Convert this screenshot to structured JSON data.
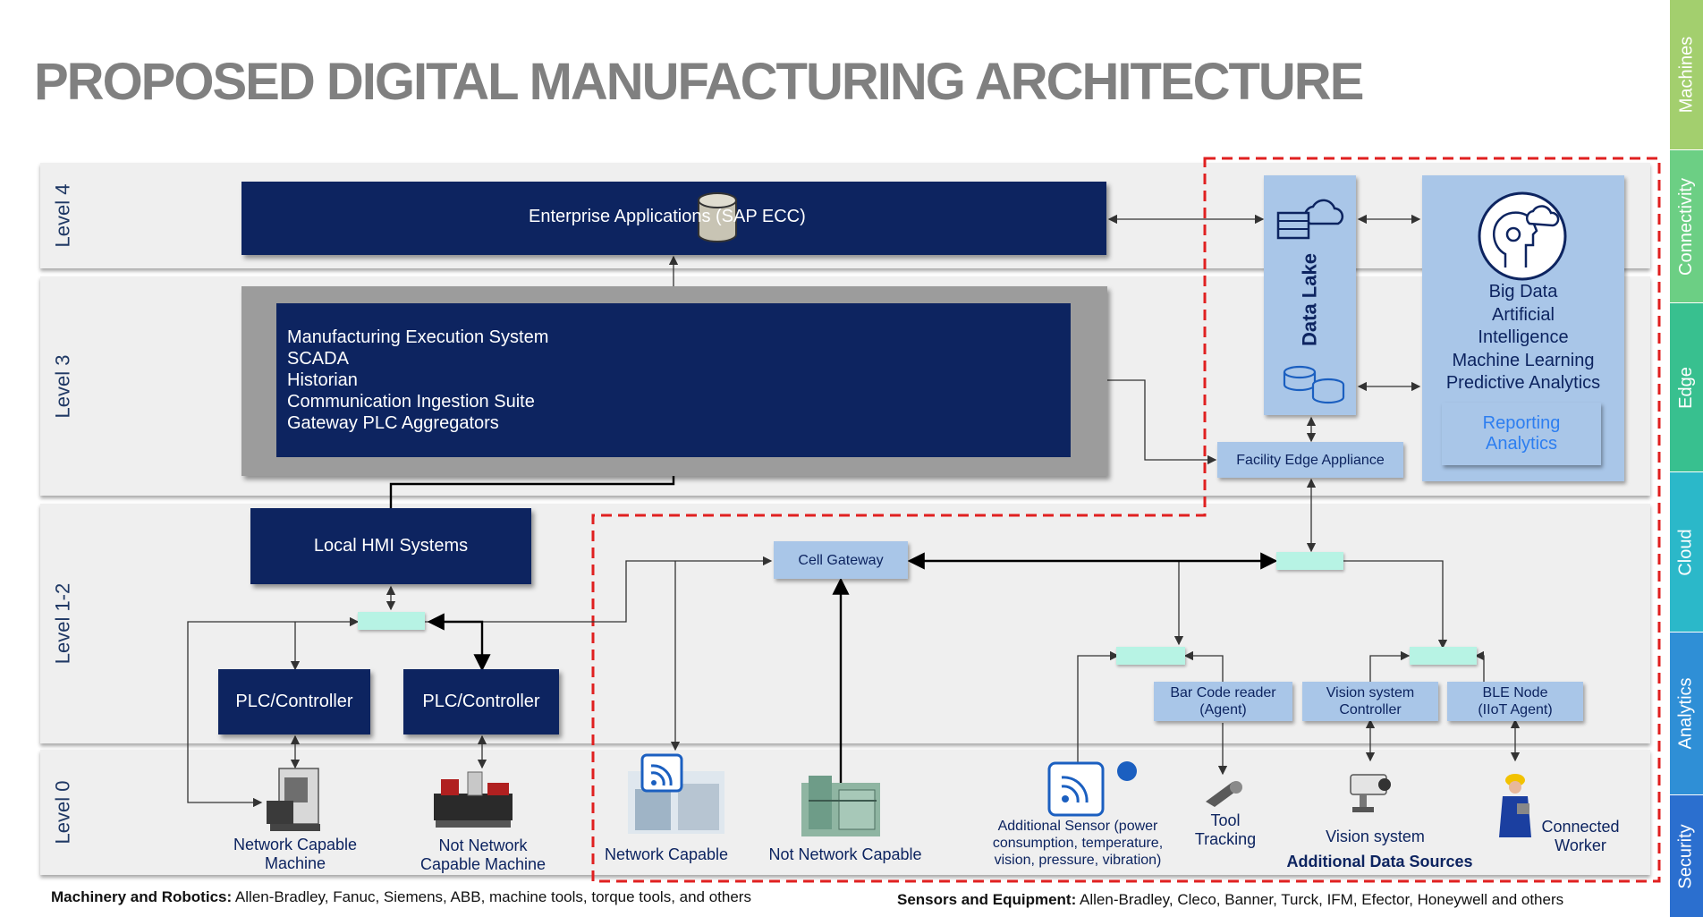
{
  "title": "PROPOSED DIGITAL MANUFACTURING ARCHITECTURE",
  "levels": {
    "l4": "Level 4",
    "l3": "Level 3",
    "l12": "Level 1-2",
    "l0": "Level 0"
  },
  "enterprise": "Enterprise Applications (SAP ECC)",
  "mes": {
    "line1": "Manufacturing Execution System",
    "line2": "SCADA",
    "line3": "Historian",
    "line4": "Communication Ingestion Suite",
    "line5": "Gateway PLC Aggregators"
  },
  "hmi": "Local HMI Systems",
  "plc1": "PLC/Controller",
  "plc2": "PLC/Controller",
  "data_lake": "Data Lake",
  "bigdata": {
    "line1": "Big Data",
    "line2": "Artificial",
    "line3": "Intelligence",
    "line4": "Machine Learning",
    "line5": "Predictive Analytics"
  },
  "reporting": {
    "line1": "Reporting",
    "line2": "Analytics"
  },
  "facility_edge": "Facility Edge Appliance",
  "cell_gateway": "Cell Gateway",
  "barcode": {
    "line1": "Bar Code reader",
    "line2": "(Agent)"
  },
  "vision_ctrl": {
    "line1": "Vision system",
    "line2": "Controller"
  },
  "ble": {
    "line1": "BLE Node",
    "line2": "(IIoT Agent)"
  },
  "level0": {
    "ncm": {
      "line1": "Network Capable",
      "line2": "Machine"
    },
    "nncm": {
      "line1": "Not Network",
      "line2": "Capable Machine"
    },
    "nc": "Network Capable",
    "nnc": "Not Network Capable",
    "sensor": {
      "line1": "Additional Sensor (power",
      "line2": "consumption, temperature,",
      "line3": "vision, pressure, vibration)"
    },
    "tool": {
      "line1": "Tool",
      "line2": "Tracking"
    },
    "vision": "Vision system",
    "worker": {
      "line1": "Connected",
      "line2": "Worker"
    },
    "additional": "Additional Data Sources"
  },
  "sidebar": [
    "Machines",
    "Connectivity",
    "Edge",
    "Cloud",
    "Analytics",
    "Security"
  ],
  "sidebar_colors": [
    "#a3cf6e",
    "#6ccf84",
    "#38c08f",
    "#2bb8c9",
    "#2f8fd6",
    "#2b6fcf"
  ],
  "footer": {
    "left_bold": "Machinery and Robotics:",
    "left_text": " Allen-Bradley, Fanuc, Siemens, ABB, machine tools, torque tools, and others",
    "right_bold": "Sensors and Equipment:",
    "right_text": " Allen-Bradley, Cleco, Banner, Turck, IFM, Efector, Honeywell and others"
  },
  "colors": {
    "navy": "#0d2460",
    "light_blue": "#a9c6e8",
    "mint": "#b7f3e4",
    "dashed_red": "#e02020",
    "title_gray": "#808080"
  }
}
